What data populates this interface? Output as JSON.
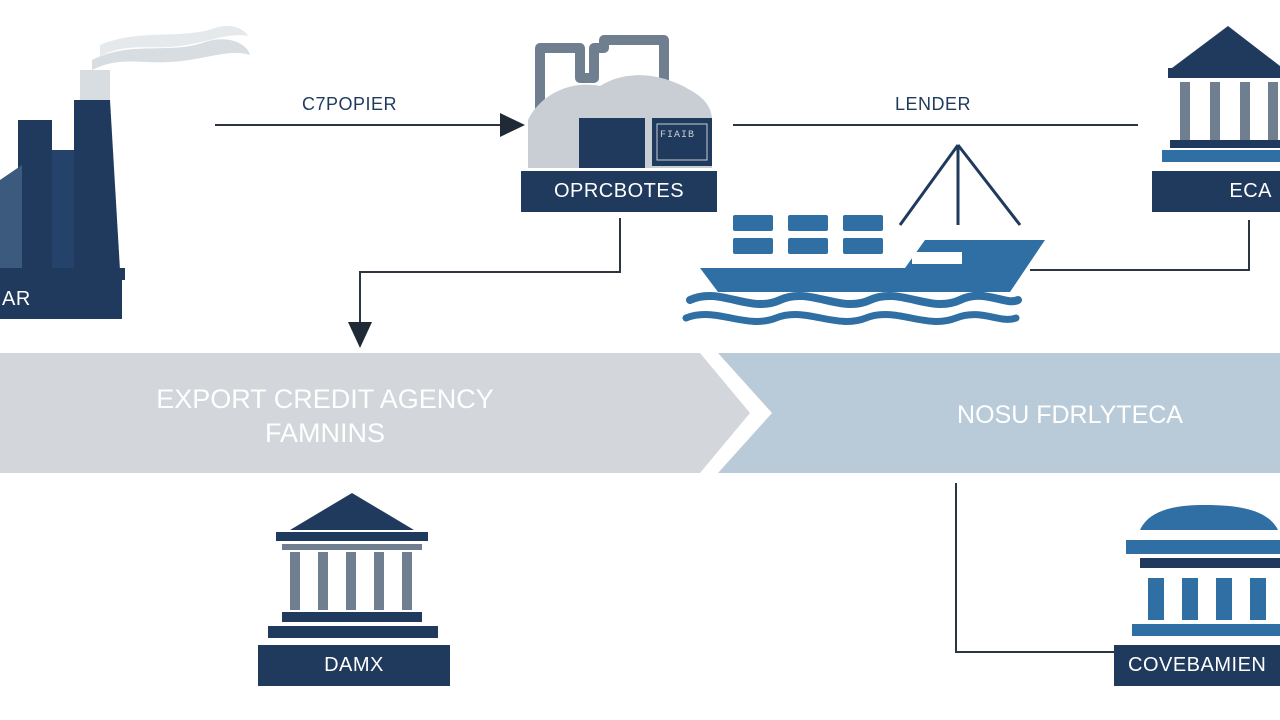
{
  "nodes": {
    "exporter": {
      "label": "AR"
    },
    "goods": {
      "label": "OPRCBOTES"
    },
    "eca": {
      "label": "ECA"
    },
    "bank": {
      "label": "DAMX"
    },
    "government": {
      "label": "COVEBAMIEN"
    }
  },
  "flows": {
    "exporter_to_goods": {
      "label": "C7POPIER"
    },
    "goods_to_eca": {
      "label": "LENDER"
    }
  },
  "bands": {
    "left": {
      "line1": "EXPORT CREDIT AGENCY",
      "line2": "FAMNINS"
    },
    "right": {
      "line1": "NOSU FDRLYTECA"
    }
  },
  "factory_screen_text": "FIAIB",
  "colors": {
    "navy": "#1f3a5c",
    "mid_blue": "#2f6fa3",
    "steel_gray": "#6f7f90",
    "light_gray": "#c9ced4",
    "band_left": "#d3d6da",
    "band_right": "#b9cbd8"
  }
}
